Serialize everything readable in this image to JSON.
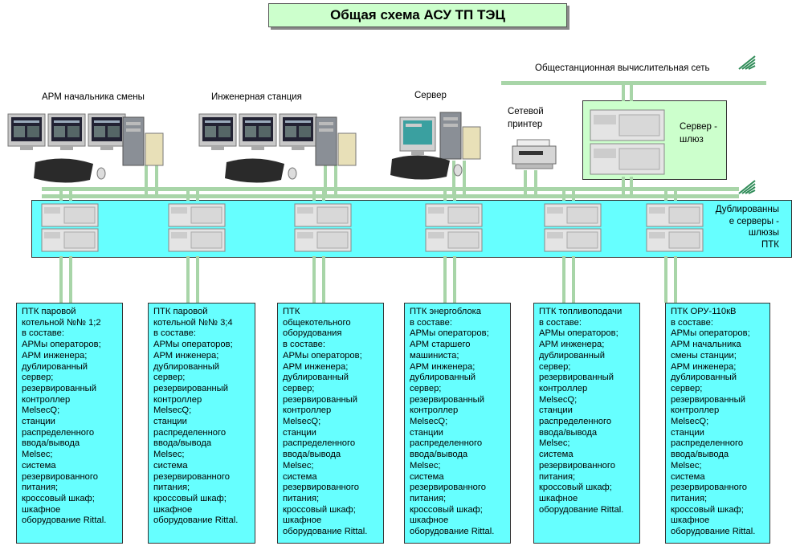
{
  "title": "Общая схема АСУ ТП ТЭЦ",
  "network_label": "Общестанционная вычислительная сеть",
  "top_stations": {
    "arm": "АРМ начальника смены",
    "engineering": "Инженерная станция",
    "server": "Сервер",
    "printer": "Сетевой\nпринтер",
    "gateway": "Сервер -\nшлюз"
  },
  "duplicated_gateways_label": "Дублированны\nе серверы -\nшлюзы\nПТК",
  "icons": [
    "computer-monitor-icon",
    "tower-pc-icon",
    "keyboard-icon",
    "mouse-icon",
    "ups-icon",
    "printer-icon",
    "rack-server-icon",
    "network-cloud-icon"
  ],
  "colors": {
    "bus": "#a8d5a8",
    "panel": "#66ffff",
    "title_bg": "#ccffcc",
    "gateway_bg": "#ccffcc"
  },
  "ptk_boxes": [
    {
      "text": "ПТК паровой\nкотельной №№ 1;2\nв составе:\nАРМы операторов;\nАРМ инженера;\nдублированный\nсервер;\nрезервированный\nконтроллер\nMelsecQ;\nстанции\nраспределенного\nввода/вывода\nMelsec;\nсистема\nрезервированного\nпитания;\nкроссовый шкаф;\nшкафное\nоборудование Rittal."
    },
    {
      "text": "ПТК паровой\nкотельной №№ 3;4\nв составе:\nАРМы операторов;\nАРМ инженера;\nдублированный\nсервер;\nрезервированный\nконтроллер\nMelsecQ;\nстанции\nраспределенного\nввода/вывода\nMelsec;\nсистема\nрезервированного\nпитания;\nкроссовый шкаф;\nшкафное\nоборудование Rittal."
    },
    {
      "text": "ПТК\nобщекотельного\nоборудования\nв составе:\nАРМы операторов;\nАРМ инженера;\nдублированный\nсервер;\nрезервированный\nконтроллер\nMelsecQ;\nстанции\nраспределенного\nввода/вывода\nMelsec;\nсистема\nрезервированного\nпитания;\nкроссовый шкаф;\nшкафное\nоборудование Rittal."
    },
    {
      "text": "ПТК энергоблока\nв составе:\nАРМы операторов;\nАРМ старшего\nмашиниста;\nАРМ инженера;\nдублированный\nсервер;\nрезервированный\nконтроллер\nMelsecQ;\nстанции\nраспределенного\nввода/вывода\nMelsec;\nсистема\nрезервированного\nпитания;\nкроссовый шкаф;\nшкафное\nоборудование Rittal."
    },
    {
      "text": "ПТК топливоподачи\nв составе:\nАРМы операторов;\nАРМ инженера;\nдублированный\nсервер;\nрезервированный\nконтроллер\nMelsecQ;\nстанции\nраспределенного\nввода/вывода\nMelsec;\nсистема\nрезервированного\nпитания;\nкроссовый шкаф;\nшкафное\nоборудование Rittal."
    },
    {
      "text": "ПТК ОРУ-110кВ\nв составе:\nАРМы операторов;\nАРМ начальника\nсмены станции;\nАРМ инженера;\nдублированный\nсервер;\nрезервированный\nконтроллер\nMelsecQ;\nстанции\nраспределенного\nввода/вывода\nMelsec;\nсистема\nрезервированного\nпитания;\nкроссовый шкаф;\nшкафное\nоборудование Rittal."
    }
  ]
}
